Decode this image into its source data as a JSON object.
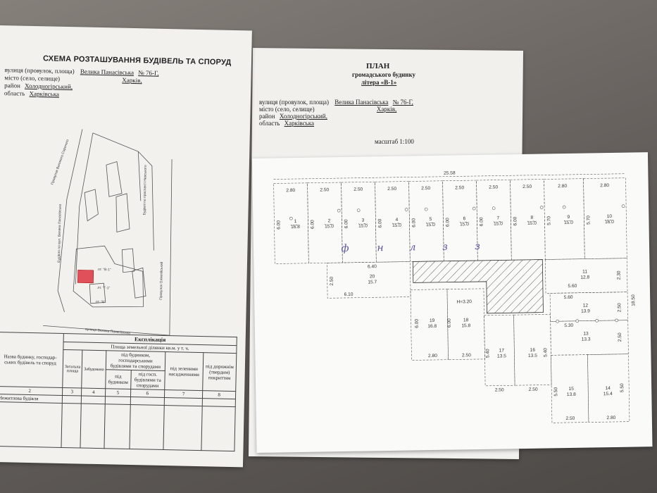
{
  "left_sheet": {
    "title": "СХЕМА РОЗТАШУВАННЯ БУДІВЕЛЬ ТА СПОРУД",
    "address": {
      "street_label": "вулиця (провулок, площа)",
      "street_value": "Велика Панасівська",
      "number_label": "№ 76-Г,",
      "city_label": "місто (село, селище)",
      "city_value": "Харків,",
      "district_label": "район",
      "district_value": "Холодногірський,",
      "region_label": "область",
      "region_value": "Харківська"
    },
    "map_labels": {
      "street_bottom": "вулиця Велика Панасівська",
      "street_right": "Провулок Олімпійський",
      "street_top": "Провулок Великого Сорочого",
      "street_left": "Будівля по вул. Велика Панасівська",
      "street_mid": "Будівлі по проспекті Нєвського",
      "highlight": "лт. \"В-1\"",
      "sub1": "лт. \"Г-1\"",
      "sub2": "лт. \"Б\""
    },
    "explication": {
      "title": "Експлікація",
      "col_name": "Назва будинку, господар-ських будівель та споруд",
      "col_area_header": "Площа земельної ділянки кв.м. у т. ч.",
      "col_total": "Загальна площа",
      "col_built": "Забудована",
      "col_under_buildings": "під будинком, господарськими будівлями та спорудами",
      "col_under_house": "під будинком",
      "col_under_outbuildings": "під госп. будівлями та спорудами",
      "col_green": "під зеленими насадженнями",
      "col_road": "під дорожнім (твердим) покриттям",
      "numbers": [
        "2",
        "3",
        "4",
        "5",
        "6",
        "7",
        "8"
      ],
      "row1": "Нежитлова будівля"
    }
  },
  "right_sheet": {
    "title": "ПЛАН",
    "subtitle": "громадського будинку",
    "letter": "літера «В-1»",
    "address": {
      "street_label": "вулиця (провулок, площа)",
      "street_value": "Велика Панасівська",
      "number_label": "№ 76-Г,",
      "city_label": "місто (село, селище)",
      "city_value": "Харків,",
      "district_label": "район",
      "district_value": "Холодногірський,",
      "region_label": "область",
      "region_value": "Харківська"
    },
    "scale": "масштаб 1:100"
  },
  "floor_plan": {
    "overall_width": "25.58",
    "top_widths": [
      "2.80",
      "2.50",
      "2.50",
      "2.50",
      "2.50",
      "2.50",
      "2.50",
      "2.50",
      "2.80"
    ],
    "rooms_top": [
      {
        "num": "1",
        "area": "16.8",
        "depth": "6.00"
      },
      {
        "num": "2",
        "area": "15.0",
        "depth": "6.00"
      },
      {
        "num": "3",
        "area": "15.0",
        "depth": "6.00"
      },
      {
        "num": "4",
        "area": "15.0",
        "depth": "6.00"
      },
      {
        "num": "5",
        "area": "15.0",
        "depth": "6.00"
      },
      {
        "num": "6",
        "area": "15.0",
        "depth": "6.00"
      },
      {
        "num": "7",
        "area": "15.0",
        "depth": "6.00"
      },
      {
        "num": "8",
        "area": "15.0",
        "depth": "6.00"
      },
      {
        "num": "9",
        "area": "15.0",
        "depth": "5.70"
      },
      {
        "num": "10",
        "area": "16.0",
        "depth": "5.70"
      }
    ],
    "room20": {
      "num": "20",
      "area": "15.7",
      "w_top": "6.40",
      "w_bottom": "6.10",
      "h": "2.50"
    },
    "room19": {
      "num": "19",
      "area": "16.8",
      "h": "6.00",
      "w": "2.80"
    },
    "room18": {
      "num": "18",
      "area": "15.8",
      "h": "6.00",
      "w": "2.50"
    },
    "height_mark": "H=3.20",
    "room17": {
      "num": "17",
      "area": "13.5",
      "h": "5.40",
      "w": "2.50"
    },
    "room16": {
      "num": "16",
      "area": "13.5",
      "h": "5.40",
      "w": "2.50"
    },
    "room11": {
      "num": "11",
      "area": "12.8",
      "w": "5.60",
      "h": "2.30"
    },
    "room12": {
      "num": "12",
      "area": "13.9",
      "w": "5.60",
      "h": "2.50"
    },
    "room13": {
      "num": "13",
      "area": "13.3",
      "w": "5.30",
      "h": "2.50"
    },
    "right_total": "18.50",
    "room15": {
      "num": "15",
      "area": "13.8",
      "h": "5.50",
      "w": "2.50"
    },
    "room14": {
      "num": "14",
      "area": "15.4",
      "h": "5.50",
      "w": "2.80"
    },
    "handwritten": [
      "ф",
      "н",
      "л",
      "з",
      "з"
    ]
  }
}
